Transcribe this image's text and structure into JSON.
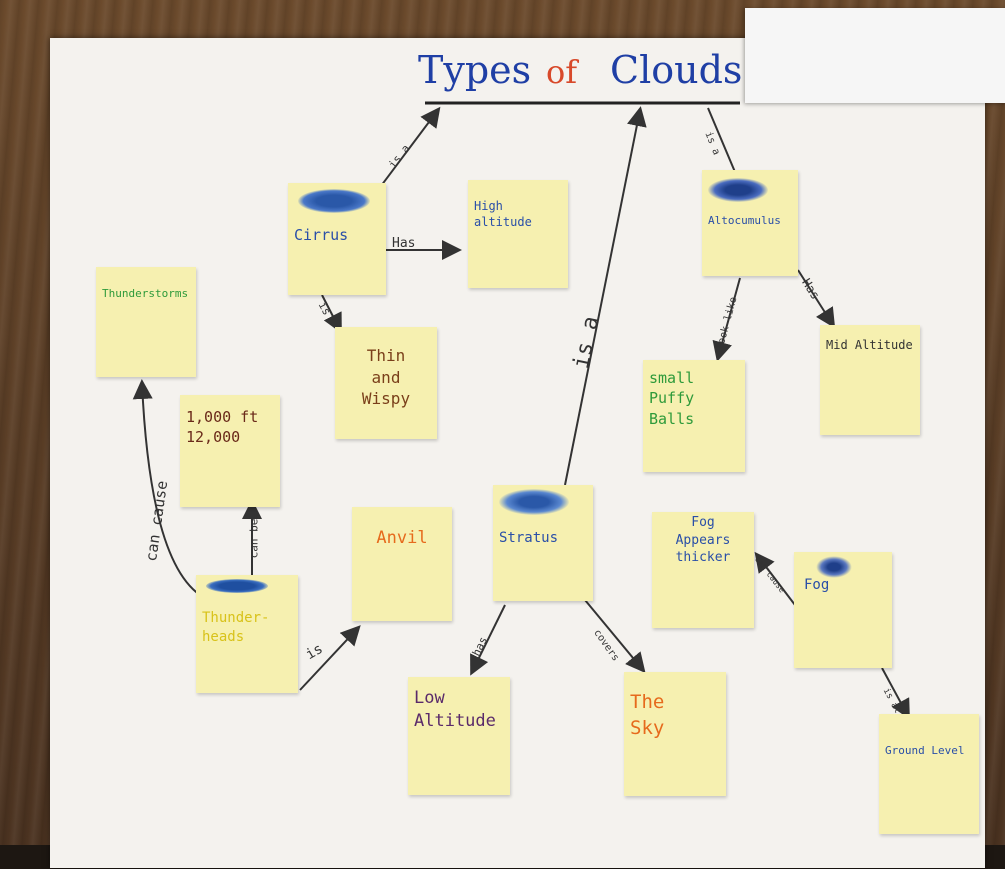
{
  "title": {
    "part1": "Types",
    "part2": "of",
    "part3": "Clouds",
    "color_main": "#1f3fa5",
    "color_of": "#d8492a"
  },
  "notes": {
    "cirrus": "Cirrus",
    "high_altitude": "High altitude",
    "altocumulus": "Altocumulus",
    "thunderstorms": "Thunderstorms",
    "thin_and_wispy": "Thin\nand\nWispy",
    "small_puffy_balls": "small\nPuffy\nBalls",
    "mid_altitude": "Mid Altitude",
    "altitude_range": "1,000 ft\n12,000",
    "anvil": "Anvil",
    "stratus": "Stratus",
    "fog_appears_thicker": "Fog\nAppears\nthicker",
    "fog": "Fog",
    "thunderheads": "Thunder-\nheads",
    "low_altitude": "Low\nAltitude",
    "the_sky": "The\nSky",
    "ground_level": "Ground Level"
  },
  "links": {
    "cirrus_is_a": "is a",
    "cirrus_has": "Has",
    "cirrus_is": "is",
    "stratus_is_a": "is a",
    "alto_is_a": "is a",
    "alto_looks_like": "look like",
    "alto_has": "Has",
    "thunder_can_cause": "can cause",
    "thunder_can_be": "can be",
    "thunder_is": "is",
    "stratus_has": "has",
    "stratus_covers": "covers",
    "fog_link": "can cause",
    "fog_at": "is at"
  },
  "colors": {
    "note": "#f6f0b0",
    "board": "#f4f2ee",
    "ink_blue": "#2a4fa8",
    "ink_green": "#2e9a3a",
    "ink_brown": "#7a3f1a",
    "ink_orange": "#e66a1c",
    "ink_yellow": "#d8c21a",
    "ink_purple": "#5a2a6a"
  }
}
